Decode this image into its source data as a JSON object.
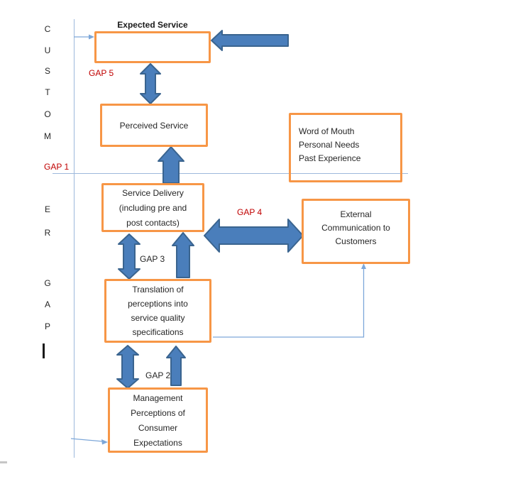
{
  "left_rail": {
    "customer_letters": [
      "C",
      "U",
      "S",
      "T",
      "O",
      "M",
      "E",
      "R"
    ],
    "gap_letters": [
      "G",
      "A",
      "P"
    ]
  },
  "gap_labels": {
    "gap5": "GAP 5",
    "gap1": "GAP 1",
    "gap4": "GAP 4",
    "gap3": "GAP 3",
    "gap2": "GAP 2"
  },
  "boxes": {
    "expected_service": {
      "title": "Expected Service"
    },
    "perceived_service": {
      "label": "Perceived Service"
    },
    "word_of_mouth": {
      "lines": [
        "Word of Mouth",
        "Personal Needs",
        "Past Experience"
      ]
    },
    "service_delivery": {
      "lines": [
        "Service Delivery",
        "(including pre and",
        "post contacts)"
      ]
    },
    "external_communication": {
      "lines": [
        "External",
        "Communication to",
        "Customers"
      ]
    },
    "translation": {
      "lines": [
        "Translation of",
        "perceptions into",
        "service quality",
        "specifications"
      ]
    },
    "management": {
      "lines": [
        "Management",
        "Perceptions of",
        "Consumer",
        "Expectations"
      ]
    }
  },
  "colors": {
    "box_border": "#F79646",
    "arrow_fill": "#4A7EBB",
    "arrow_stroke": "#3A648F",
    "thin_line": "#7DA7D9",
    "gap_red": "#C00000",
    "text_color": "#262626"
  }
}
